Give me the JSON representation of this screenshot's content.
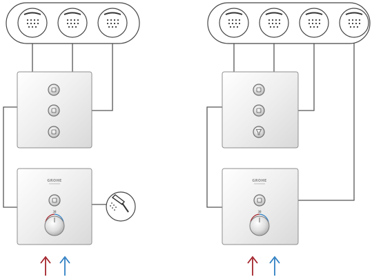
{
  "brand_label": "GROHE",
  "temperature_mark": "38",
  "colors": {
    "hot_water": "#a3232b",
    "cold_water": "#2f7fc3",
    "line": "#555555",
    "panel_fill": "#f1f1f1",
    "panel_stroke": "#8e8e8e"
  },
  "icons": [
    "shower-head-icon",
    "hand-shower-icon",
    "diverter-button-icon",
    "thermostat-dial-icon",
    "water-inlet-arrow-icon"
  ],
  "systems": [
    {
      "outlets": 3,
      "diverter_buttons": 3,
      "hand_shower": true
    },
    {
      "outlets": 4,
      "diverter_buttons": 3,
      "hand_shower": false
    }
  ]
}
